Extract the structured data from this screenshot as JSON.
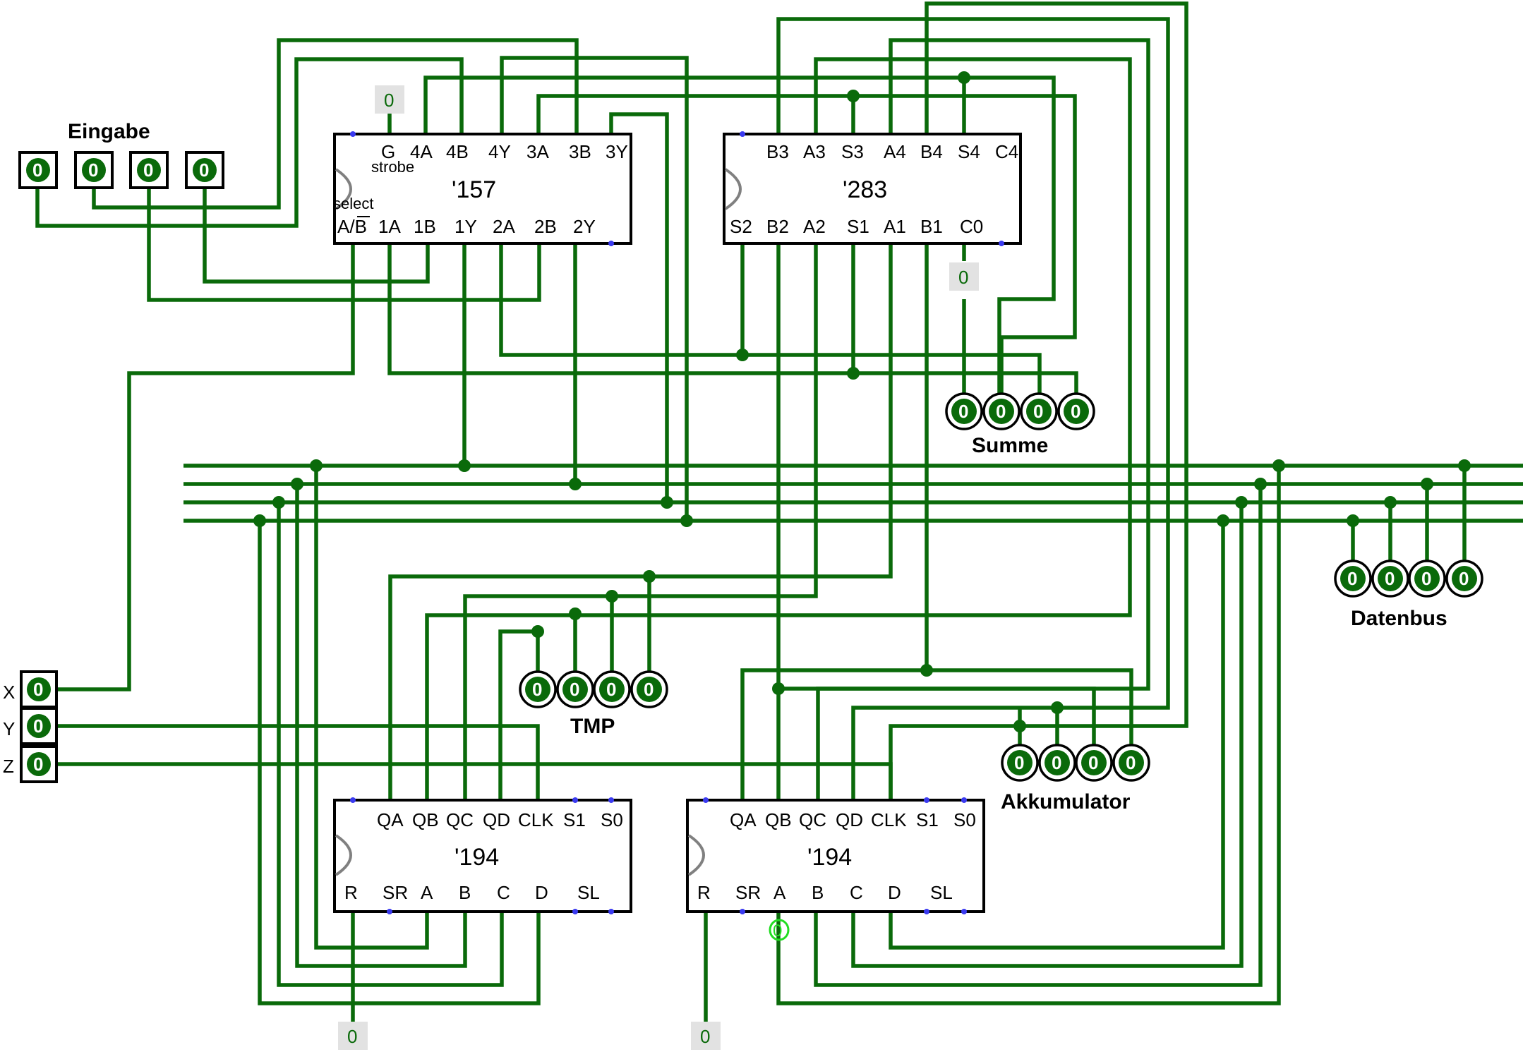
{
  "labels": {
    "eingabe": "Eingabe",
    "summe": "Summe",
    "datenbus": "Datenbus",
    "tmp": "TMP",
    "akkumulator": "Akkumulator",
    "x": "X",
    "y": "Y",
    "z": "Z"
  },
  "chips": {
    "mux": {
      "name": "'157",
      "top_pins": [
        "G",
        "4A",
        "4B",
        "4Y",
        "3A",
        "3B",
        "3Y"
      ],
      "bottom_pins": [
        "A/B",
        "1A",
        "1B",
        "1Y",
        "2A",
        "2B",
        "2Y"
      ],
      "strobe": "strobe",
      "select": "select"
    },
    "adder": {
      "name": "'283",
      "top_pins": [
        "B3",
        "A3",
        "S3",
        "A4",
        "B4",
        "S4",
        "C4"
      ],
      "bottom_pins": [
        "S2",
        "B2",
        "A2",
        "S1",
        "A1",
        "B1",
        "C0"
      ]
    },
    "reg_tmp": {
      "name": "'194",
      "top_pins": [
        "QA",
        "QB",
        "QC",
        "QD",
        "CLK",
        "S1",
        "S0"
      ],
      "bottom_pins": [
        "R",
        "SR",
        "A",
        "B",
        "C",
        "D",
        "SL"
      ]
    },
    "reg_acc": {
      "name": "'194",
      "top_pins": [
        "QA",
        "QB",
        "QC",
        "QD",
        "CLK",
        "S1",
        "S0"
      ],
      "bottom_pins": [
        "R",
        "SR",
        "A",
        "B",
        "C",
        "D",
        "SL"
      ]
    }
  },
  "inputs": {
    "eingabe": [
      "0",
      "0",
      "0",
      "0"
    ],
    "x": "0",
    "y": "0",
    "z": "0"
  },
  "outputs": {
    "summe": [
      "0",
      "0",
      "0",
      "0"
    ],
    "datenbus": [
      "0",
      "0",
      "0",
      "0"
    ],
    "tmp": [
      "0",
      "0",
      "0",
      "0"
    ],
    "akkumulator": [
      "0",
      "0",
      "0",
      "0"
    ]
  },
  "constants": {
    "mux_g": "0",
    "adder_c0": "0",
    "tmp_r": "0",
    "acc_r": "0"
  },
  "probe": "0",
  "colors": {
    "wire": "#0a6a0a",
    "probe": "#22dd22",
    "pin": "#3a3af0"
  }
}
